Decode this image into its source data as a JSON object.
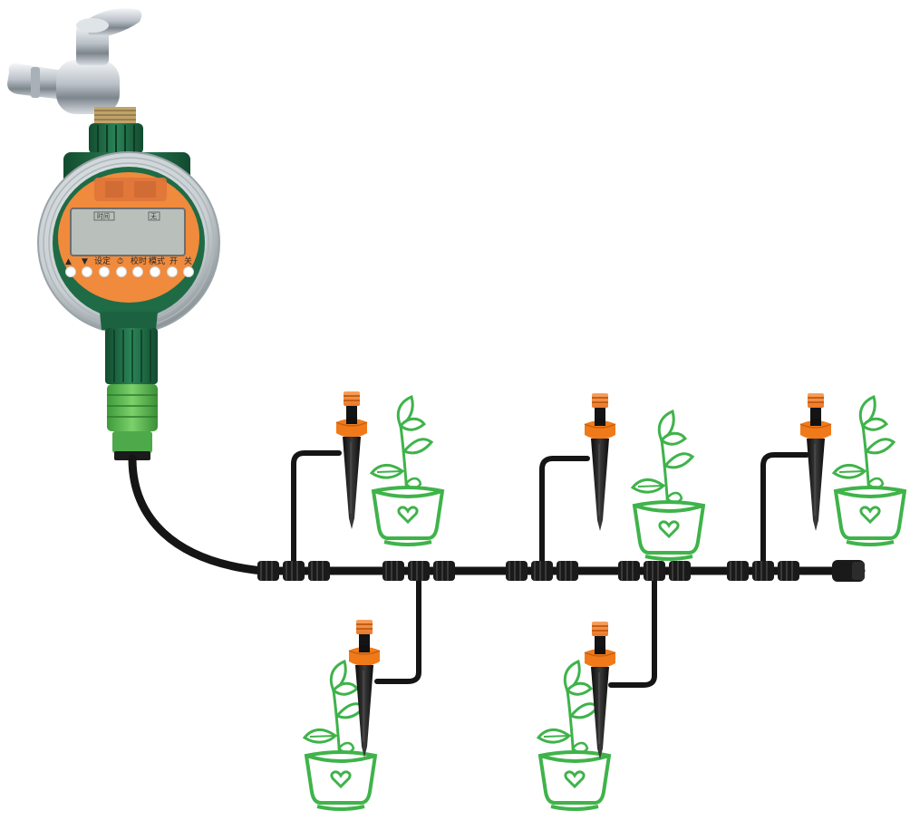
{
  "timer": {
    "lcd_tags": [
      "时间",
      "无"
    ],
    "buttons": [
      {
        "label": "▲",
        "icon": "up-arrow-icon"
      },
      {
        "label": "▼",
        "icon": "down-arrow-icon"
      },
      {
        "label": "设定",
        "icon": ""
      },
      {
        "label": "⏱",
        "icon": "clock-icon"
      },
      {
        "label": "校时",
        "icon": ""
      },
      {
        "label": "模式",
        "icon": ""
      },
      {
        "label": "开",
        "icon": ""
      },
      {
        "label": "关",
        "icon": ""
      }
    ]
  },
  "colors": {
    "timer_green": "#1f6b45",
    "faceplate_orange": "#f08a3c",
    "lcd": "#b9c0bb",
    "pipe": "#151515",
    "dripper_orange": "#f07a1a",
    "plant_green": "#3fb34a"
  }
}
